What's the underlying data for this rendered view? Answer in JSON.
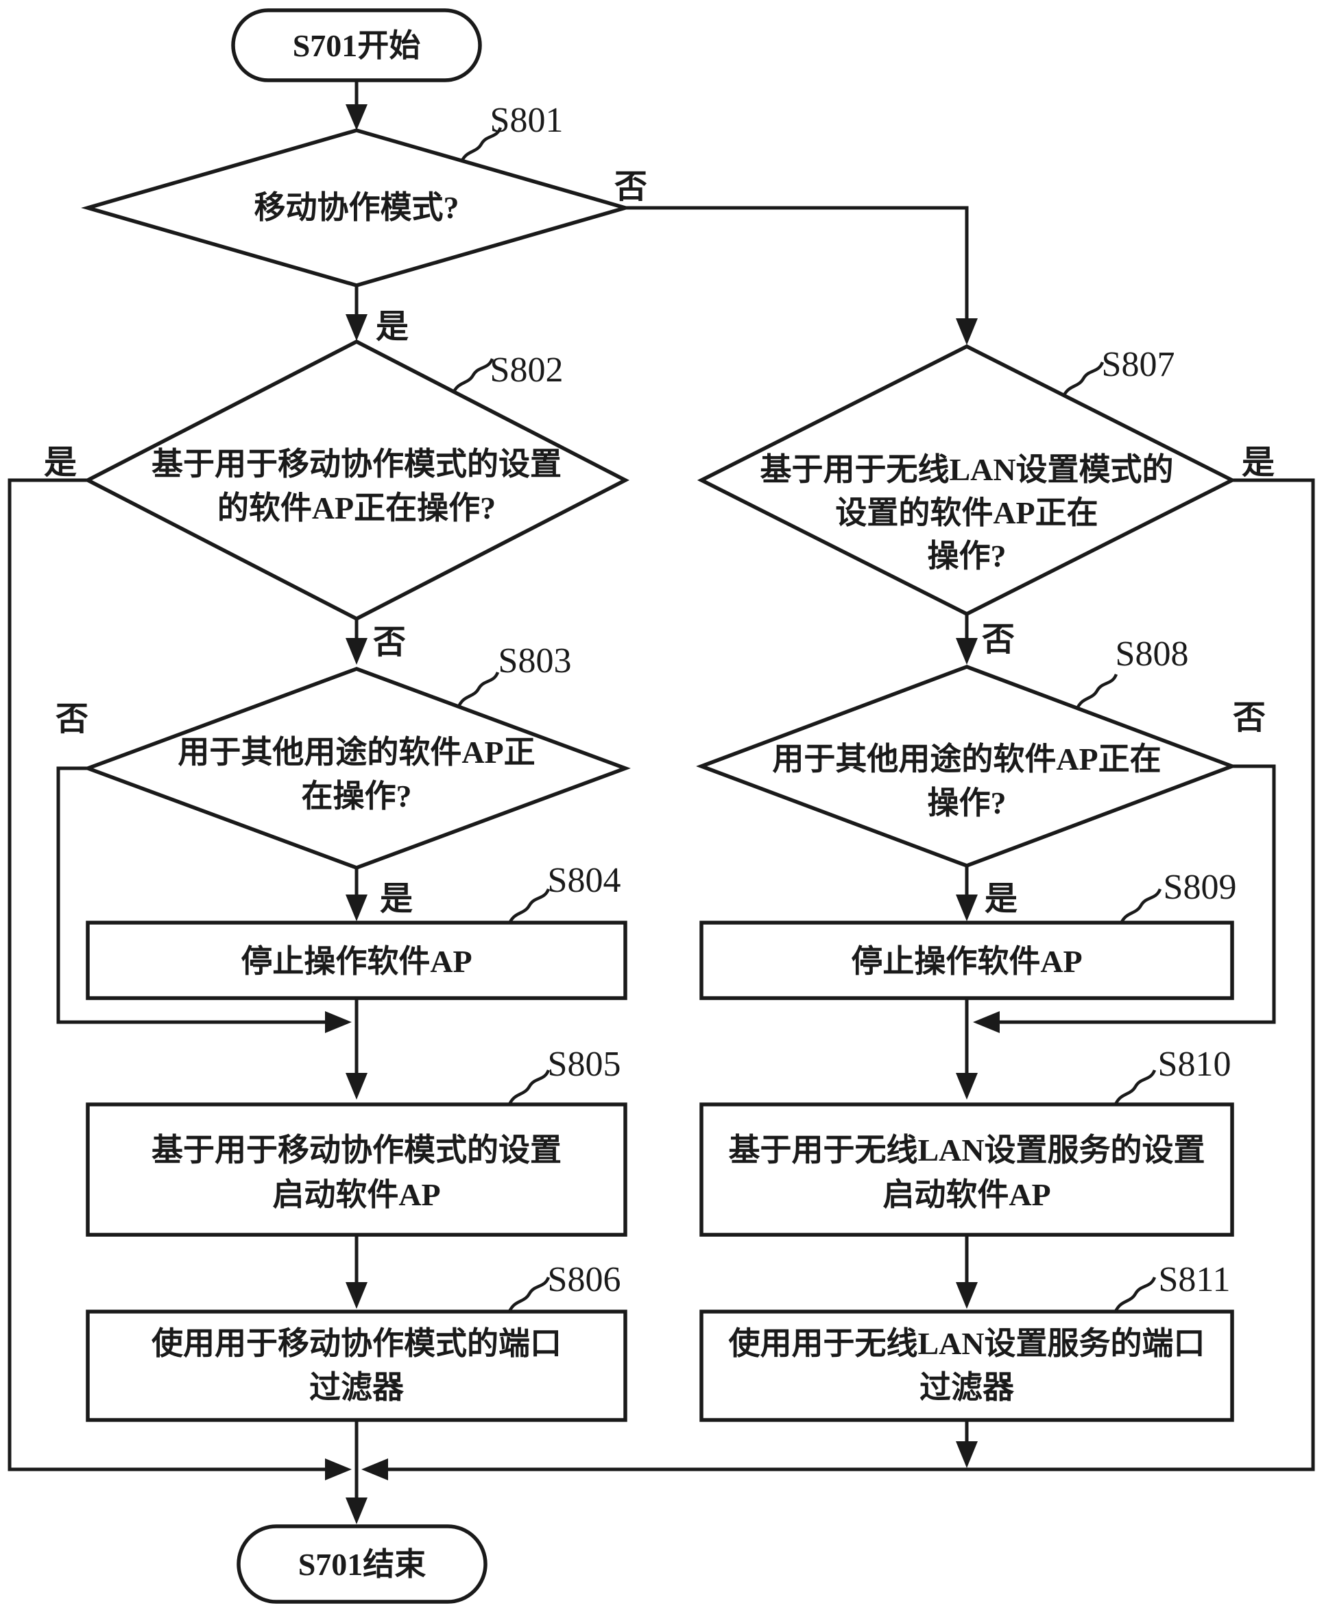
{
  "flowchart": {
    "terminal_start": "S701开始",
    "terminal_end": "S701结束",
    "label_yes": "是",
    "label_no": "否",
    "nodes": {
      "s801": {
        "step": "S801",
        "lines": [
          "移动协作模式?"
        ]
      },
      "s802": {
        "step": "S802",
        "lines": [
          "基于用于移动协作模式的设置",
          "的软件AP正在操作?"
        ]
      },
      "s803": {
        "step": "S803",
        "lines": [
          "用于其他用途的软件AP正",
          "在操作?"
        ]
      },
      "s804": {
        "step": "S804",
        "lines": [
          "停止操作软件AP"
        ]
      },
      "s805": {
        "step": "S805",
        "lines": [
          "基于用于移动协作模式的设置",
          "启动软件AP"
        ]
      },
      "s806": {
        "step": "S806",
        "lines": [
          "使用用于移动协作模式的端口",
          "过滤器"
        ]
      },
      "s807": {
        "step": "S807",
        "lines": [
          "基于用于无线LAN设置模式的",
          "设置的软件AP正在",
          "操作?"
        ]
      },
      "s808": {
        "step": "S808",
        "lines": [
          "用于其他用途的软件AP正在",
          "操作?"
        ]
      },
      "s809": {
        "step": "S809",
        "lines": [
          "停止操作软件AP"
        ]
      },
      "s810": {
        "step": "S810",
        "lines": [
          "基于用于无线LAN设置服务的设置",
          "启动软件AP"
        ]
      },
      "s811": {
        "step": "S811",
        "lines": [
          "使用用于无线LAN设置服务的端口",
          "过滤器"
        ]
      }
    },
    "colors": {
      "ink": "#1a1a1a",
      "background": "#ffffff"
    }
  }
}
